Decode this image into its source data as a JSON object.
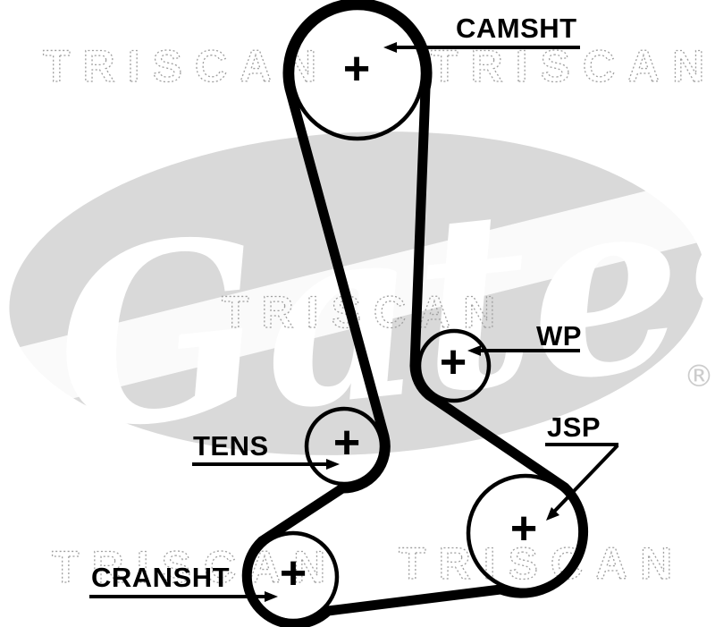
{
  "diagram": {
    "type": "timing-belt-routing",
    "pulleys": [
      {
        "id": "camshaft",
        "label": "CAMSHT",
        "marker": "+"
      },
      {
        "id": "water-pump",
        "label": "WP",
        "marker": "+"
      },
      {
        "id": "tensioner",
        "label": "TENS",
        "marker": "+"
      },
      {
        "id": "jockey",
        "label": "JSP",
        "marker": "+"
      },
      {
        "id": "crankshaft",
        "label": "CRANSHT",
        "marker": "+"
      }
    ],
    "colors": {
      "belt": "#000000",
      "labels": "#000000",
      "background": "#ffffff"
    }
  },
  "watermarks": {
    "brand": "TRISCAN",
    "logo_script": "Gates",
    "registered_mark": "®",
    "colors": {
      "blob": "#d9d9d9",
      "outline": "#9f9f9f"
    }
  }
}
